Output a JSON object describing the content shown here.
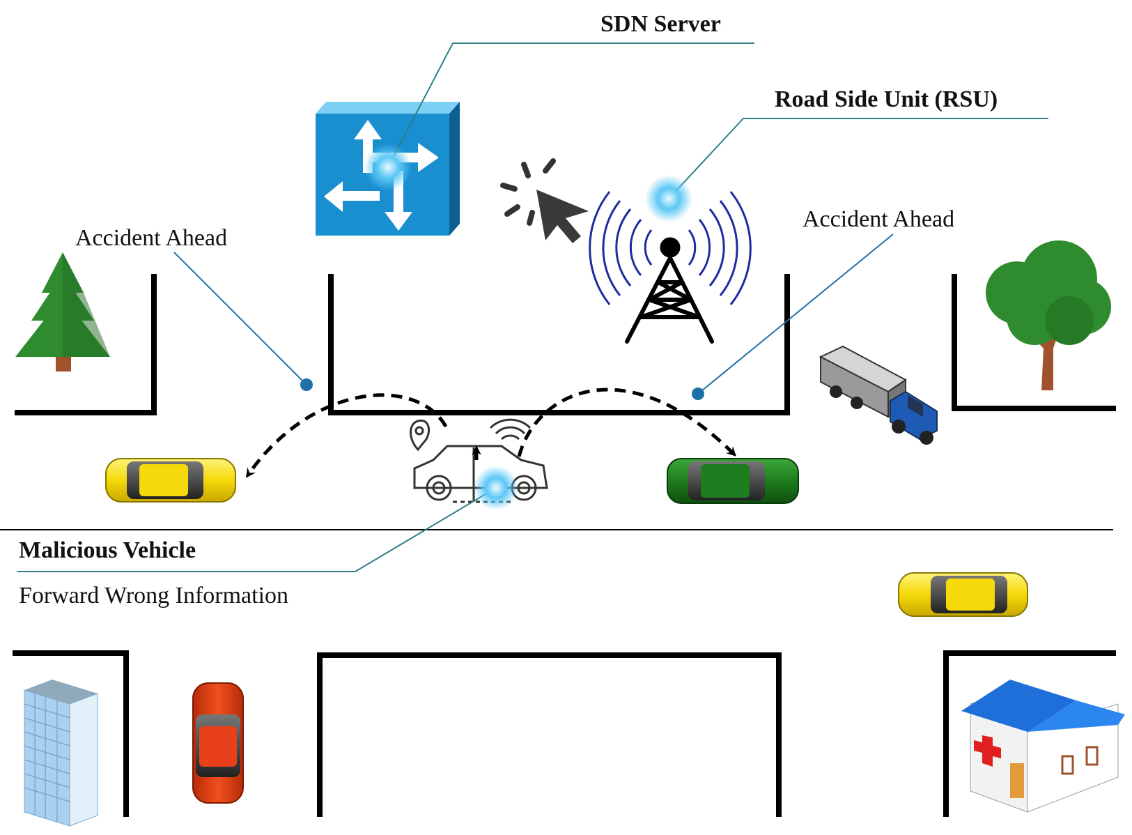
{
  "labels": {
    "sdn_server": "SDN Server",
    "rsu": "Road Side Unit (RSU)",
    "accident_left": "Accident Ahead",
    "accident_right": "Accident Ahead",
    "malicious_vehicle": "Malicious Vehicle",
    "forward_wrong": "Forward Wrong Information"
  },
  "colors": {
    "switch_blue": "#1a8fd0",
    "callout_line": "#2a7f86",
    "dot_blue": "#1f6fa8",
    "glow": "#4fc3f7",
    "road_line": "#000000",
    "yellow_car": "#f5d90a",
    "green_car": "#1e7d1e",
    "red_car": "#e8401a",
    "tree_green": "#2e8b2e"
  },
  "icons": [
    "sdn-switch-icon",
    "rsu-tower-icon",
    "cursor-click-icon",
    "pine-tree-icon",
    "oak-tree-icon",
    "truck-icon",
    "office-building-icon",
    "hospital-icon",
    "connected-car-icon"
  ]
}
